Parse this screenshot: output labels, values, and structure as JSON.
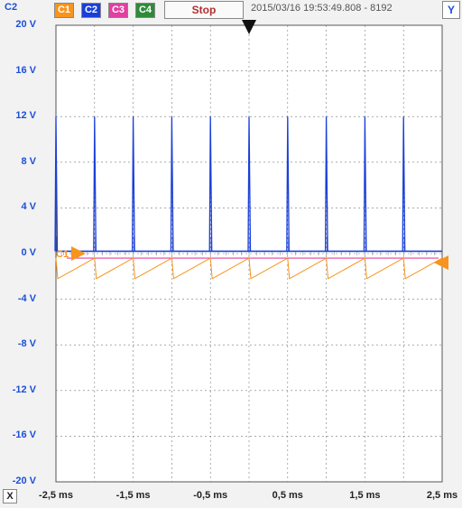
{
  "toolbar": {
    "channels": [
      {
        "label": "C1",
        "color": "#f7941d"
      },
      {
        "label": "C2",
        "color": "#1a3fd8"
      },
      {
        "label": "C3",
        "color": "#e040a0"
      },
      {
        "label": "C4",
        "color": "#2e8b3a"
      }
    ],
    "stop_label": "Stop",
    "datetime": "2015/03/16  19:53:49.808 - 8192",
    "y_channel": "Y"
  },
  "plot": {
    "active_channel": "C2",
    "c1_marker": "C1",
    "x_button": "X",
    "y_labels": [
      "20 V",
      "16 V",
      "12 V",
      "8 V",
      "4 V",
      "0 V",
      "-4 V",
      "-8 V",
      "-12 V",
      "-16 V",
      "-20 V"
    ],
    "x_labels": [
      "-2,5 ms",
      "-1,5 ms",
      "-0,5 ms",
      "0,5 ms",
      "1,5 ms",
      "2,5 ms"
    ]
  },
  "chart_data": {
    "type": "line",
    "x_unit": "ms",
    "y_unit": "V",
    "xlim": [
      -2.5,
      2.5
    ],
    "ylim": [
      -20,
      20
    ],
    "grid": true,
    "series": [
      {
        "name": "C2",
        "color": "#1a3fd8",
        "baseline": 0.2,
        "spike_peak": 12,
        "period_ms": 0.5,
        "spikes_at": [
          -2.5,
          -2.0,
          -1.5,
          -1.0,
          -0.5,
          0.0,
          0.5,
          1.0,
          1.5,
          2.0
        ]
      },
      {
        "name": "C1",
        "color": "#f7941d",
        "sawtooth_high": -0.4,
        "sawtooth_low": -2.2,
        "period_ms": 0.5
      },
      {
        "name": "C3",
        "color": "#e040a0",
        "level": -0.4
      }
    ]
  }
}
